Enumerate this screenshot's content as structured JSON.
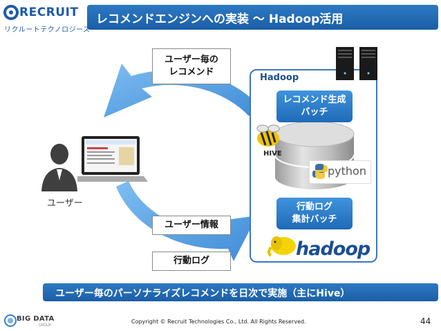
{
  "header": {
    "logo_main": "RECRUIT",
    "logo_sub": "リクルートテクノロジーズ",
    "title": "レコメンドエンジンへの実装 〜 Hadoop活用"
  },
  "diagram": {
    "label_recommend": [
      "ユーザー毎の",
      "レコメンド"
    ],
    "label_user_info": "ユーザー情報",
    "label_action_log": "行動ログ",
    "user_label": "ユーザー",
    "hadoop_title": "Hadoop",
    "batch_recommend": [
      "レコメンド生成",
      "バッチ"
    ],
    "batch_log": [
      "行動ログ",
      "集計バッチ"
    ],
    "python_logo": "python",
    "hive_logo": "HIVE",
    "hadoop_logo": "hadoop"
  },
  "footer": {
    "summary": "ユーザー毎のパーソナライズレコメンドを日次で実施（主にHive）",
    "copyright": "Copyright © Recruit Technologies Co., Ltd. All Rights Reserved.",
    "page_number": "44",
    "bigdata_logo": "BIG DATA",
    "bigdata_sub": "GROUP"
  },
  "colors": {
    "brand_blue": "#1e5aa8",
    "arrow_blue": "#3b8fe0",
    "bar_blue": "#2d79c4"
  }
}
